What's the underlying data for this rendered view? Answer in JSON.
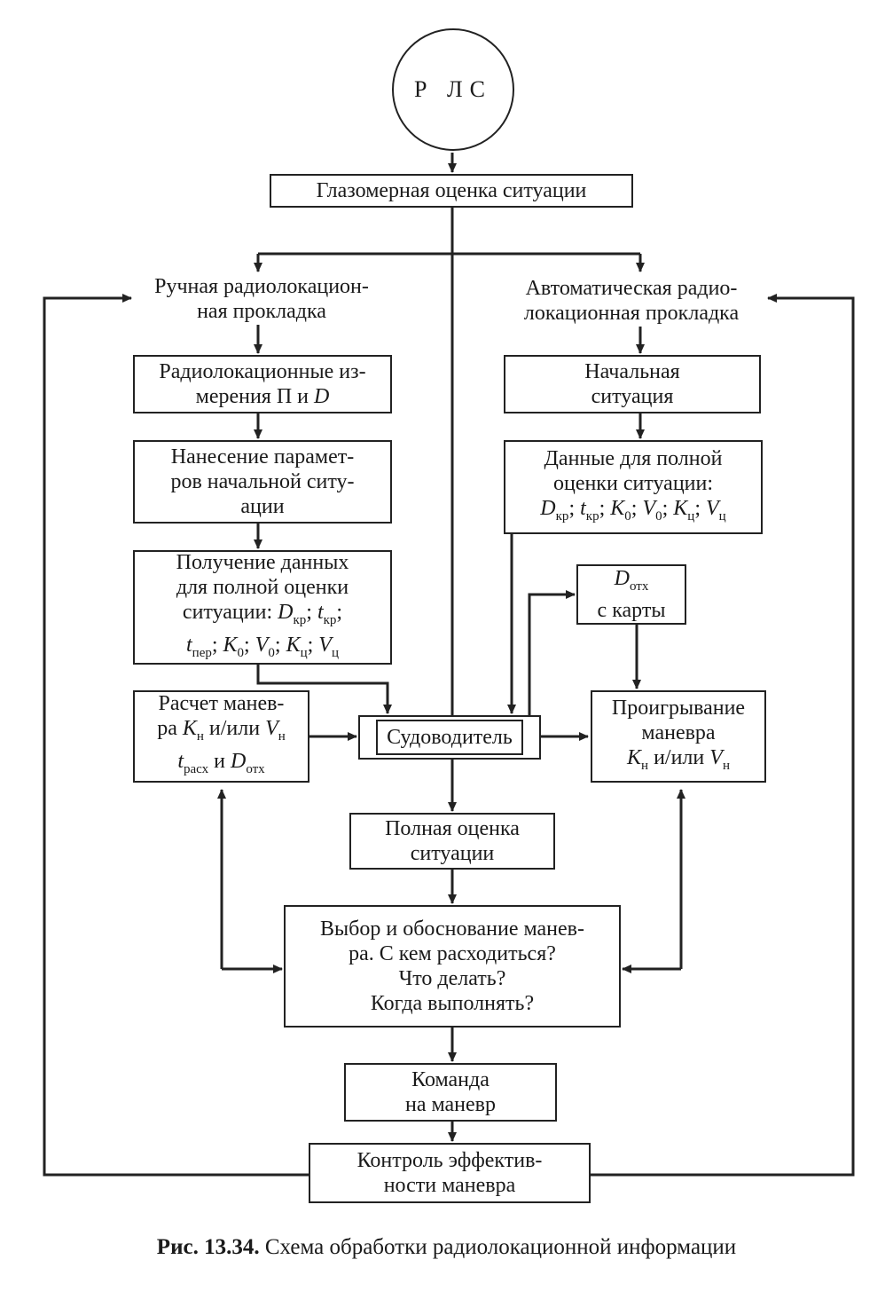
{
  "nodes": {
    "rls": "Р ЛС",
    "visual": "Глазомерная оценка ситуации",
    "manual_lines": [
      "Ручная радиолокацион-",
      "ная прокладка"
    ],
    "auto_lines": [
      "Автоматическая радио-",
      "локационная прокладка"
    ],
    "radar_meas_lines": [
      "Радиолокационные из-",
      "мерения П и "
    ],
    "radar_meas_D": "D",
    "initial_lines": [
      "Начальная",
      "ситуация"
    ],
    "plot_params_lines": [
      "Нанесение парамет-",
      "ров начальной ситу-",
      "ации"
    ],
    "full_data_auto_lines": [
      "Данные для полной",
      "оценки ситуации:"
    ],
    "full_data_manual_lines": [
      "Получение данных",
      "для полной оценки",
      "ситуации: "
    ],
    "d_otx_map_line2": "с карты",
    "maneuver_calc_line1": "Расчет манев-",
    "maneuver_calc_line2": "ра ",
    "and_or": " и/или ",
    "navigator": "Судоводитель",
    "playback_lines": [
      "Проигрывание",
      "маневра"
    ],
    "full_assessment_lines": [
      "Полная оценка",
      "ситуации"
    ],
    "choice_lines": [
      "Выбор и обоснование манев-",
      "ра. С кем расходиться?",
      "Что делать?",
      "Когда выполнять?"
    ],
    "command_lines": [
      "Команда",
      "на маневр"
    ],
    "control_lines": [
      "Контроль эффектив-",
      "ности маневра"
    ]
  },
  "symbols": {
    "D": "D",
    "t": "t",
    "K": "K",
    "V": "V",
    "sub_kr": "кр",
    "sub_per": "пер",
    "sub_0": "0",
    "sub_c": "ц",
    "sub_n": "н",
    "sub_rasx": "расх",
    "sub_otx": "отх",
    "sep": "; "
  },
  "caption": {
    "label": "Рис. 13.34.",
    "text": " Схема обработки радиолокационной информации"
  }
}
